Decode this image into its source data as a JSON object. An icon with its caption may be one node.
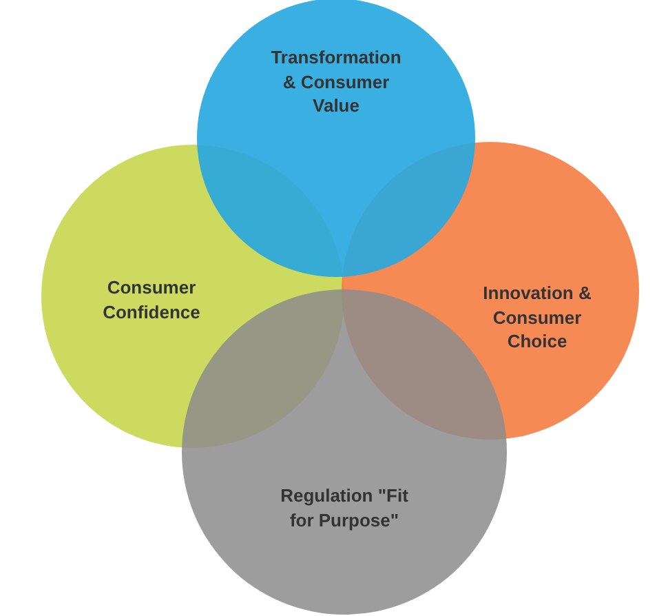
{
  "diagram": {
    "nodes": [
      {
        "text": [
          "Transformation & Consumer Value"
        ]
      },
      {
        "text": [
          "Consumer Confidence"
        ]
      },
      {
        "text": [
          "Innovation & Consumer Choice"
        ]
      },
      {
        "text": [
          "Regulation \"Fit for Purpose\""
        ]
      }
    ]
  }
}
